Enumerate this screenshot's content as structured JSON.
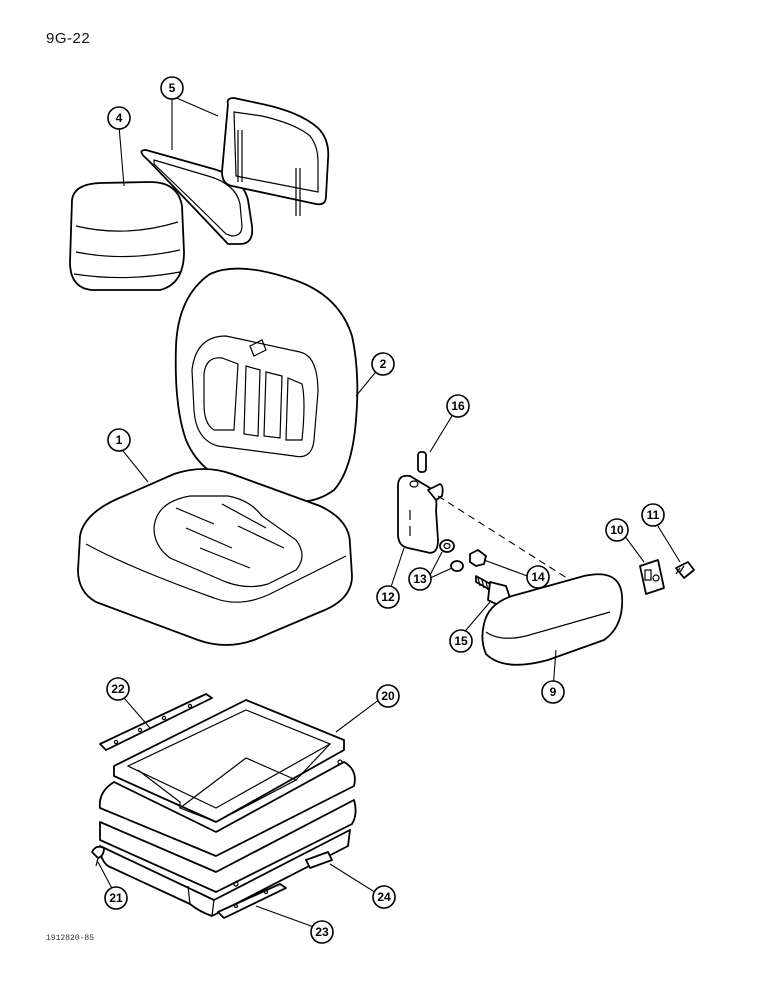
{
  "page": {
    "number": "9G-22",
    "reference": "1912820-85"
  },
  "callouts": [
    {
      "id": "1",
      "label": "1"
    },
    {
      "id": "2",
      "label": "2"
    },
    {
      "id": "4",
      "label": "4"
    },
    {
      "id": "5",
      "label": "5"
    },
    {
      "id": "9",
      "label": "9"
    },
    {
      "id": "10",
      "label": "10"
    },
    {
      "id": "11",
      "label": "11"
    },
    {
      "id": "12",
      "label": "12"
    },
    {
      "id": "13",
      "label": "13"
    },
    {
      "id": "14",
      "label": "14"
    },
    {
      "id": "15",
      "label": "15"
    },
    {
      "id": "16",
      "label": "16"
    },
    {
      "id": "20",
      "label": "20"
    },
    {
      "id": "21",
      "label": "21"
    },
    {
      "id": "22",
      "label": "22"
    },
    {
      "id": "23",
      "label": "23"
    },
    {
      "id": "24",
      "label": "24"
    }
  ]
}
